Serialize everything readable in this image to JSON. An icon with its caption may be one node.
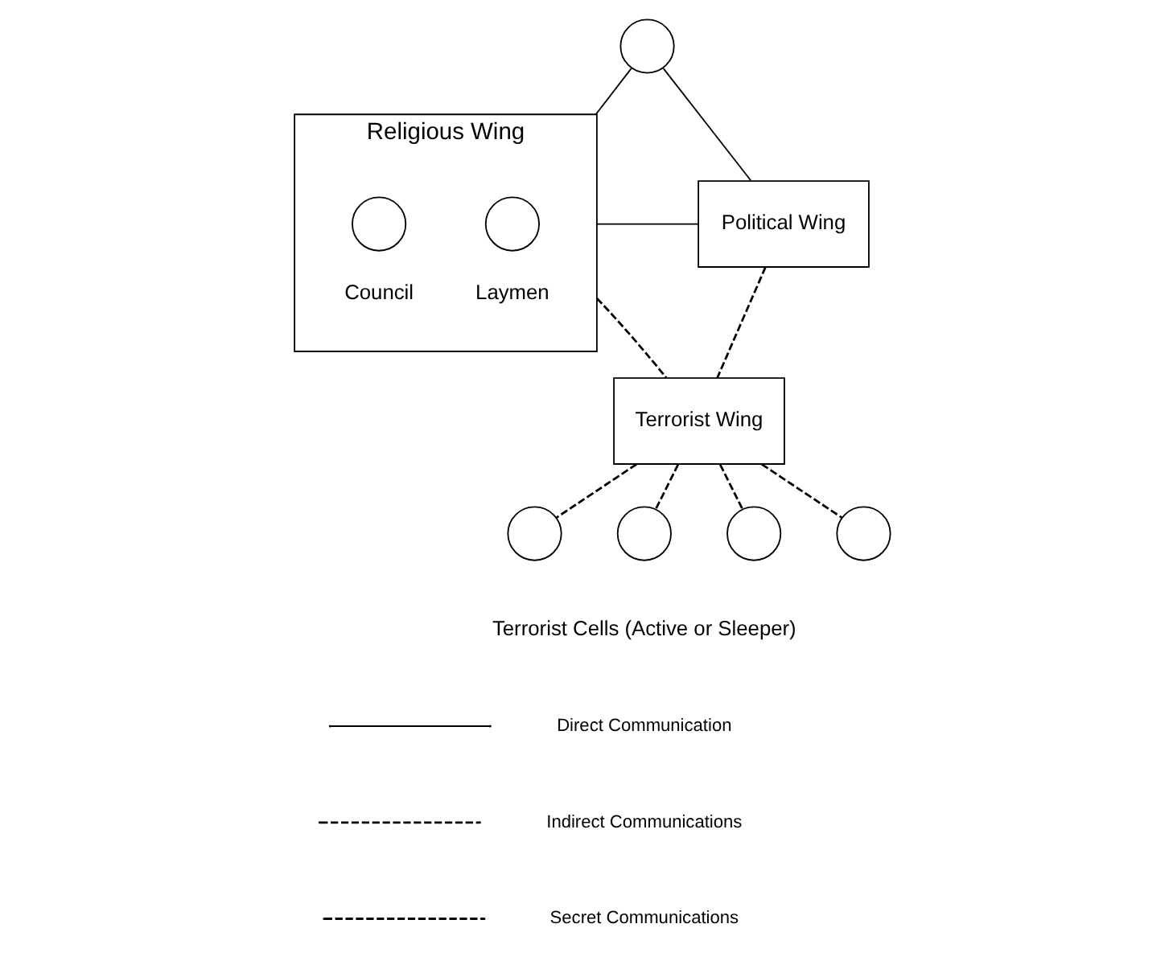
{
  "diagram": {
    "nodes": [
      {
        "text": [],
        "shape": "circle"
      },
      {
        "text": [
          "Religious Wing"
        ]
      },
      {
        "text": [],
        "shape": "circle",
        "in": 1,
        "beside": [
          "Council"
        ]
      },
      {
        "text": [],
        "shape": "circle",
        "in": 1,
        "beside": [
          "Laymen"
        ]
      },
      {
        "text": [
          "Political Wing"
        ]
      },
      {
        "text": [
          "Terrorist Wing"
        ]
      },
      {
        "text": [],
        "shape": "circle"
      },
      {
        "text": [],
        "shape": "circle"
      },
      {
        "text": [],
        "shape": "circle"
      },
      {
        "text": [],
        "shape": "circle"
      }
    ],
    "edges": [
      {
        "from": 0,
        "to": 1,
        "arrow": "none"
      },
      {
        "from": 0,
        "to": 4,
        "arrow": "none"
      },
      {
        "from": 1,
        "to": 4,
        "arrow": "none"
      },
      {
        "from": 1,
        "to": 5,
        "arrow": "none",
        "style": "dashed"
      },
      {
        "from": 4,
        "to": 5,
        "arrow": "none",
        "style": "dashed"
      },
      {
        "from": 5,
        "to": 6,
        "arrow": "none",
        "style": "dashed"
      },
      {
        "from": 5,
        "to": 7,
        "arrow": "none",
        "style": "dashed"
      },
      {
        "from": 5,
        "to": 8,
        "arrow": "none",
        "style": "dashed"
      },
      {
        "from": 5,
        "to": 9,
        "arrow": "none",
        "style": "dashed"
      }
    ],
    "labels": [
      "Terrorist Cells (Active or Sleeper)"
    ],
    "legend": [
      {
        "text": "Direct Communication"
      },
      {
        "text": "Indirect Communications"
      },
      {
        "text": "Secret Communications"
      }
    ]
  }
}
